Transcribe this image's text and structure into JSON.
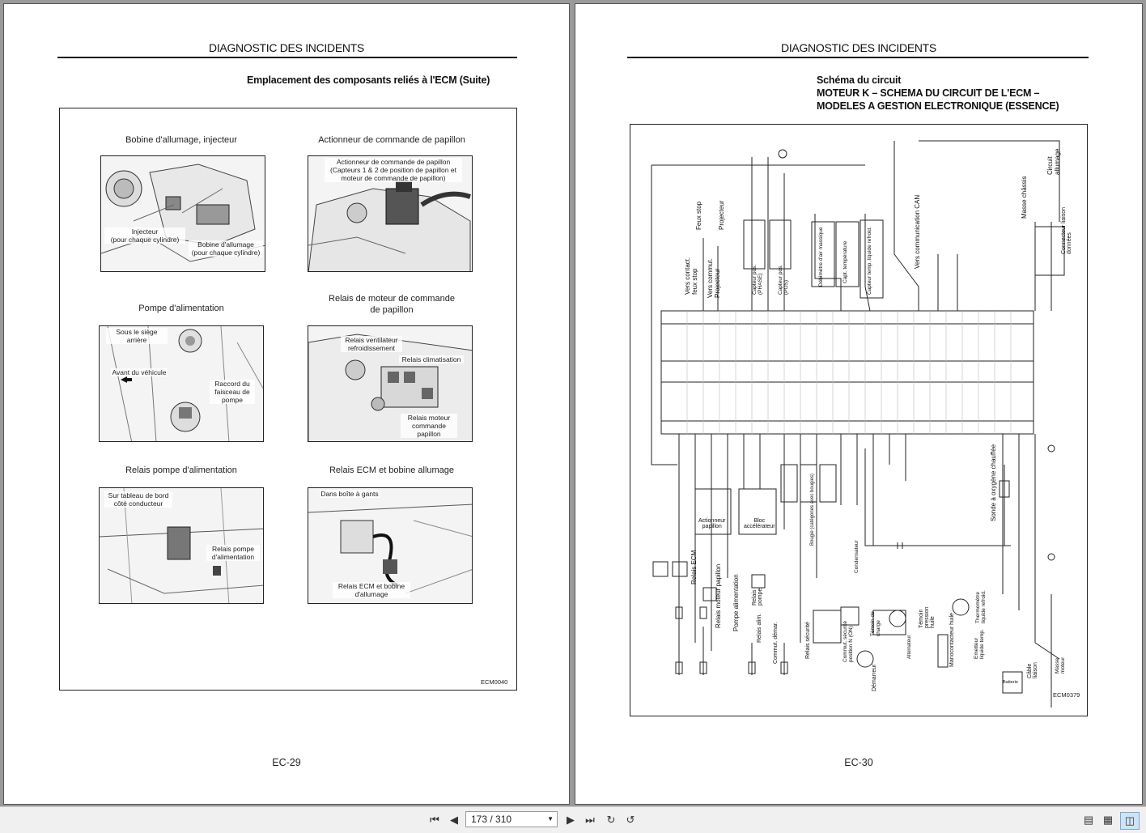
{
  "left_page": {
    "header": "DIAGNOSTIC DES INCIDENTS",
    "subtitle": "Emplacement des composants reliés à l'ECM (Suite)",
    "panels": [
      {
        "caption": "Bobine d'allumage, injecteur",
        "labels": [
          "Injecteur\n(pour chaque cylindre)",
          "Bobine d'allumage\n(pour chaque cylindre)"
        ]
      },
      {
        "caption": "Actionneur de commande de papillon",
        "labels": [
          "Actionneur de commande de papillon\n(Capteurs 1 & 2 de position de papillon et\nmoteur de commande de papillon)"
        ]
      },
      {
        "caption": "Pompe d'alimentation",
        "labels": [
          "Sous le siège arrière",
          "Avant du véhicule",
          "Raccord du\nfaisceau de\npompe"
        ]
      },
      {
        "caption": "Relais de moteur de commande\nde papillon",
        "labels": [
          "Relais ventilateur\nrefroidissement",
          "Relais climatisation",
          "Relais moteur\ncommande papillon"
        ]
      },
      {
        "caption": "Relais pompe d'alimentation",
        "labels": [
          "Sur tableau de bord\ncôté conducteur",
          "Relais pompe\nd'alimentation"
        ]
      },
      {
        "caption": "Relais ECM et bobine allumage",
        "labels": [
          "Dans boîte à gants",
          "Relais ECM et bobine\nd'allumage"
        ]
      }
    ],
    "figure_code": "ECM0040",
    "page_number": "EC-29"
  },
  "right_page": {
    "header": "DIAGNOSTIC DES INCIDENTS",
    "subtitle_lines": [
      "Schéma du circuit",
      "MOTEUR K – SCHEMA DU CIRCUIT DE L'ECM –",
      "MODELES A GESTION ELECTRONIQUE (ESSENCE)"
    ],
    "diagram_labels": {
      "feux_stop": "Feux stop",
      "projecteur": "Projecteur",
      "vers_contact": "Vers contact.\nfeux stop",
      "vers_commut": "Vers commut.\nProjecteur",
      "capteur_pos_phase": "Capteur pos.\n(PHASE)",
      "capteur_pos_pos": "Capteur pos.\n(POS)",
      "debimetre": "Débimètre d'air massique",
      "capt_temp": "Capt. température",
      "capteur_temp_liquide": "Capteur temp. liquide refroid.",
      "vers_can": "Vers communication CAN",
      "masse_chassis": "Masse châssis",
      "circuit_allumage": "Circuit\nallumage",
      "connecteur_liaison": "Connecteur liaison\ndonnées",
      "actionneur_papillon": "Actionneur\npapillon",
      "bloc_accelerateur": "Bloc\naccélérateur",
      "bougie": "Bougie (catégories avec bougies)",
      "condensateur": "Condensateur",
      "sonde_oxygene": "Sonde à oxygène chauffée",
      "relais_ecm": "Relais ECM",
      "relais_moteur_papillon": "Relais moteur papillon",
      "pompe_alimentation": "Pompe alimentation",
      "relais_pompe": "Relais\npompe",
      "relais_alim": "Relais alim.",
      "commut_demar": "Commut. démar.",
      "relais_securite": "Relais sécurité",
      "commut_securite": "Commut. sécurité\nposition N (ON)",
      "demarreur": "Démarreur",
      "temoin_charge": "Témoin de\ncharge",
      "alternateur": "Alternateur",
      "temoin_pression": "Témoin\npression\nhuile",
      "manocontacteur": "Manocontacteur huile",
      "emetteur": "Emetteur\nliquide temp.",
      "thermometre": "Thermomètre\nliquide refroid.",
      "cable_liaison": "Câble\nliaison",
      "masse_moteur": "Masse\nmoteur",
      "batterie": "Batterie"
    },
    "figure_code": "ECM0379",
    "page_number": "EC-30"
  },
  "toolbar": {
    "page_indicator": "173 / 310",
    "icons": [
      "first-page-icon",
      "previous-page-icon",
      "next-page-icon",
      "last-page-icon",
      "rotate-icon",
      "rotate-back-icon",
      "single-page-icon",
      "continuous-page-icon",
      "two-page-icon"
    ]
  }
}
